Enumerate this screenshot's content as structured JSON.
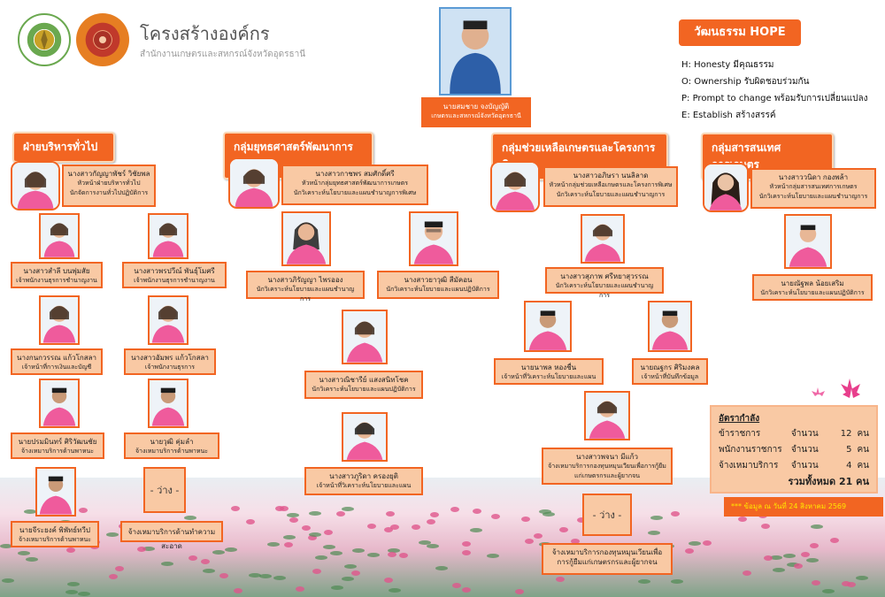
{
  "header": {
    "title": "โครงสร้างองค์กร",
    "subtitle": "สำนักงานเกษตรและสหกรณ์จังหวัดอุดรธานี"
  },
  "head": {
    "name": "นายสมชาย จงบัญญัติ",
    "role": "เกษตรและสหกรณ์จังหวัดอุดรธานี"
  },
  "hope": {
    "title": "วัฒนธรรม HOPE",
    "lines": [
      "H: Honesty มีคุณธรรม",
      "O: Ownership รับผิดชอบร่วมกัน",
      "P: Prompt to change พร้อมรับการเปลี่ยนแปลง",
      "E: Establish สร้างสรรค์"
    ]
  },
  "sections": {
    "admin": {
      "title": "ฝ่ายบริหารทั่วไป",
      "lead": {
        "name": "นางสาวกัญญาพัชร์ วิชัยพล",
        "role1": "หัวหน้าฝ่ายบริหารทั่วไป",
        "role2": "นักจัดการงานทั่วไปปฏิบัติการ"
      },
      "staff": [
        {
          "name": "นางสาวสำลี บนพุ่มสัย",
          "role": "เจ้าพนักงานธุรการชำนาญงาน"
        },
        {
          "name": "นางสาวพรปวีณ์ พันธุ์โมศรี",
          "role": "เจ้าพนักงานธุรการชำนาญงาน"
        },
        {
          "name": "นางกนกวรรณ แก้วโกสลา",
          "role": "เจ้าหน้าที่การเงินและบัญชี"
        },
        {
          "name": "นางสาวอัมพร แก้วโกสลา",
          "role": "เจ้าพนักงานธุรการ"
        },
        {
          "name": "นายปรมมินทร์ ศิริวัฒนชัย",
          "role": "จ้างเหมาบริการด้านพาหนะ"
        },
        {
          "name": "นายวุฒิ คุ่มลำ",
          "role": "จ้างเหมาบริการด้านพาหนะ"
        },
        {
          "name": "นายจีระยงค์ พิพัทธ์ทวีป",
          "role": "จ้างเหมาบริการด้านพาหนะ"
        }
      ],
      "vacant_label": "- ว่าง -",
      "vacant_role": "จ้างเหมาบริการด้านทำความสะอาด"
    },
    "strategy": {
      "title": "กลุ่มยุทธศาสตร์พัฒนาการเกษตร",
      "lead": {
        "name": "นางสาวกาชพร สมศักดิ์ศรี",
        "role1": "หัวหน้ากลุ่มยุทธศาสตร์พัฒนาการเกษตร",
        "role2": "นักวิเคราะห์นโยบายและแผนชำนาญการพิเศษ"
      },
      "staff": [
        {
          "name": "นางสาวภิรัญญา ไพรออง",
          "role": "นักวิเคราะห์นโยบายและแผนชำนาญการ"
        },
        {
          "name": "นางสาวยาวุฒิ สีมัคอน",
          "role": "นักวิเคราะห์นโยบายและแผนปฏิบัติการ"
        },
        {
          "name": "นางสาวณิชารีย์ แสงสนิทโชค",
          "role": "นักวิเคราะห์นโยบายและแผนปฏิบัติการ"
        },
        {
          "name": "นางสาวภูริดา ครองยุติ",
          "role": "เจ้าหน้าที่วิเคราะห์นโยบายและแผน"
        }
      ]
    },
    "special": {
      "title": "กลุ่มช่วยเหลือเกษตรและโครงการพิเศษ",
      "lead": {
        "name": "นางสาวอภิษรา นนลิลาด",
        "role1": "หัวหน้ากลุ่มช่วยเหลือเกษตรและโครงการพิเศษ",
        "role2": "นักวิเคราะห์นโยบายและแผนชำนาญการ"
      },
      "staff": [
        {
          "name": "นางสาวสุภาพ ศรีหยาสุวรรณ",
          "role": "นักวิเคราะห์นโยบายและแผนชำนาญการ"
        },
        {
          "name": "นายนาพล หองชื่น",
          "role": "เจ้าหน้าที่วิเคราะห์นโยบายและแผน"
        },
        {
          "name": "นายณฐกร ศิริมงคล",
          "role": "เจ้าหน้าที่บันทึกข้อมูล"
        },
        {
          "name": "นางสาวพจนา มีแก้ว",
          "role": "จ้างเหมาบริการกองทุนหมุนเวียนเพื่อการกู้ยืมแก่เกษตรกรและผู้ยากจน"
        }
      ],
      "vacant_label": "- ว่าง -",
      "vacant_role": "จ้างเหมาบริการกองทุนหมุนเวียนเพื่อการกู้ยืมแก่เกษตรกรและผู้ยากจน"
    },
    "info": {
      "title": "กลุ่มสารสนเทศการเกษตร",
      "lead": {
        "name": "นางสาววนิดา กองพล้า",
        "role1": "หัวหน้ากลุ่มสารสนเทศการเกษตร",
        "role2": "นักวิเคราะห์นโยบายและแผนชำนาญการ"
      },
      "staff": [
        {
          "name": "นายณัฐพล น้อยเสริม",
          "role": "นักวิเคราะห์นโยบายและแผนปฏิบัติการ"
        }
      ]
    }
  },
  "stats": {
    "title": "อัตรากำลัง",
    "rows": [
      {
        "label": "ข้าราชการ",
        "word": "จำนวน",
        "num": "12",
        "unit": "คน"
      },
      {
        "label": "พนักงานราชการ",
        "word": "จำนวน",
        "num": "5",
        "unit": "คน"
      },
      {
        "label": "จ้างเหมาบริการ",
        "word": "จำนวน",
        "num": "4",
        "unit": "คน"
      }
    ],
    "total": "รวมทั้งหมด 21 คน",
    "note": "*** ข้อมูล ณ วันที่ 24 สิงหาคม 2569"
  },
  "colors": {
    "accent": "#f26522",
    "card": "#f9c9a4",
    "note_text": "#ffe600"
  }
}
